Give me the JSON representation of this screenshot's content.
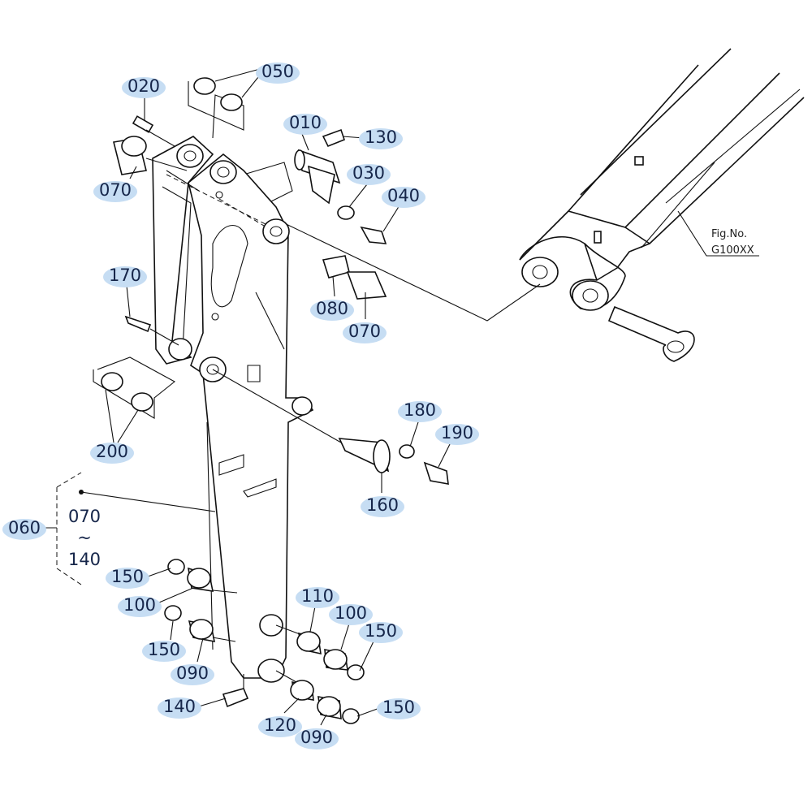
{
  "figure": {
    "fig_no_label": "Fig.No.",
    "fig_no_value": "G100XX"
  },
  "callouts": [
    "050",
    "020",
    "010",
    "130",
    "070",
    "030",
    "040",
    "170",
    "080",
    "070",
    "200",
    "180",
    "190",
    "160",
    "060",
    "150",
    "100",
    "110",
    "100",
    "150",
    "150",
    "090",
    "140",
    "120",
    "090",
    "150"
  ],
  "assembly_range": {
    "from": "070",
    "tilde": "~",
    "to": "140"
  },
  "colors": {
    "highlight": "#c6ddf3",
    "label_text": "#16264a",
    "line": "#111111"
  }
}
